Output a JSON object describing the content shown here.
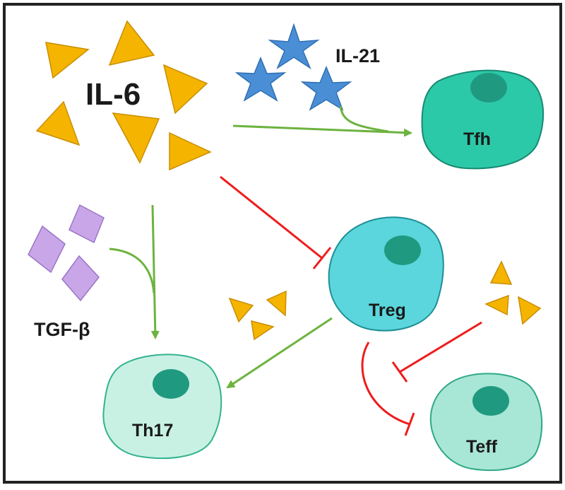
{
  "cytokines": {
    "il6": "IL-6",
    "il21": "IL-21",
    "tgfb": "TGF-β"
  },
  "cells": {
    "tfh": "Tfh",
    "treg": "Treg",
    "th17": "Th17",
    "teff": "Teff"
  },
  "icons": {
    "il6": "triangle-icon",
    "il21": "star-icon",
    "tgfb": "diamond-icon",
    "cell": "cell-icon"
  },
  "colors": {
    "il6": "#f5b400",
    "il21": "#4a8fd6",
    "tgfb": "#c9a6e8",
    "tfh_cell": "#2cc9a8",
    "treg_cell": "#5bd6dc",
    "th17_cell": "#c8f1e4",
    "teff_cell": "#a8e6d6",
    "nucleus": "#1f9a80",
    "activation": "#6db33f",
    "inhibition": "#ee1c1c",
    "border": "#222222"
  }
}
